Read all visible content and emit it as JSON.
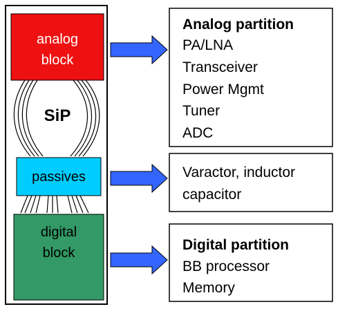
{
  "sip": {
    "label": "SiP",
    "blocks": [
      {
        "id": "analog",
        "lines": [
          "analog",
          "block"
        ],
        "fill": "#ee1111",
        "text_color": "#ffffff"
      },
      {
        "id": "passives",
        "lines": [
          "passives"
        ],
        "fill": "#00ccff",
        "text_color": "#000000"
      },
      {
        "id": "digital",
        "lines": [
          "digital",
          "block"
        ],
        "fill": "#339966",
        "text_color": "#000000"
      }
    ]
  },
  "partitions": [
    {
      "id": "analog-partition",
      "title": "Analog partition",
      "items": [
        "PA/LNA",
        "Transceiver",
        "Power Mgmt",
        "Tuner",
        "ADC"
      ]
    },
    {
      "id": "passives-partition",
      "title": "",
      "items": [
        "Varactor, inductor",
        "capacitor"
      ]
    },
    {
      "id": "digital-partition",
      "title": "Digital partition",
      "items": [
        "BB processor",
        "Memory"
      ]
    }
  ],
  "colors": {
    "arrow_fill": "#3366ff",
    "outline": "#000000"
  }
}
